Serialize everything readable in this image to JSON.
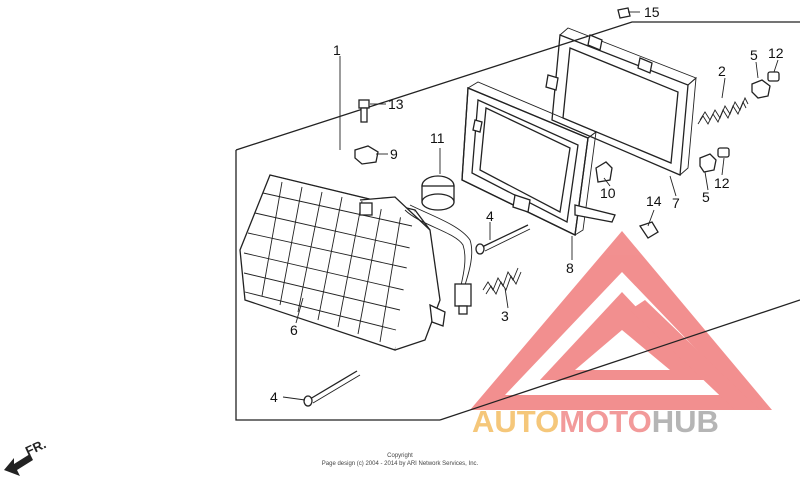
{
  "diagram": {
    "callouts": [
      "1",
      "2",
      "3",
      "4",
      "4",
      "5",
      "5",
      "6",
      "7",
      "8",
      "9",
      "10",
      "11",
      "12",
      "12",
      "13",
      "14",
      "15"
    ],
    "front_label": "FR."
  },
  "footer": {
    "line1": "Copyright",
    "line2": "Page design (c) 2004 - 2014 by ARI Network Services, Inc."
  },
  "watermark": {
    "part1": "AUTO",
    "part2": "MOTO",
    "part3": "HUB",
    "colors": {
      "part1": "#f5c77a",
      "part2": "#f29a9a",
      "part3": "#b5b5b5",
      "triangle": "#f07c7c"
    }
  }
}
